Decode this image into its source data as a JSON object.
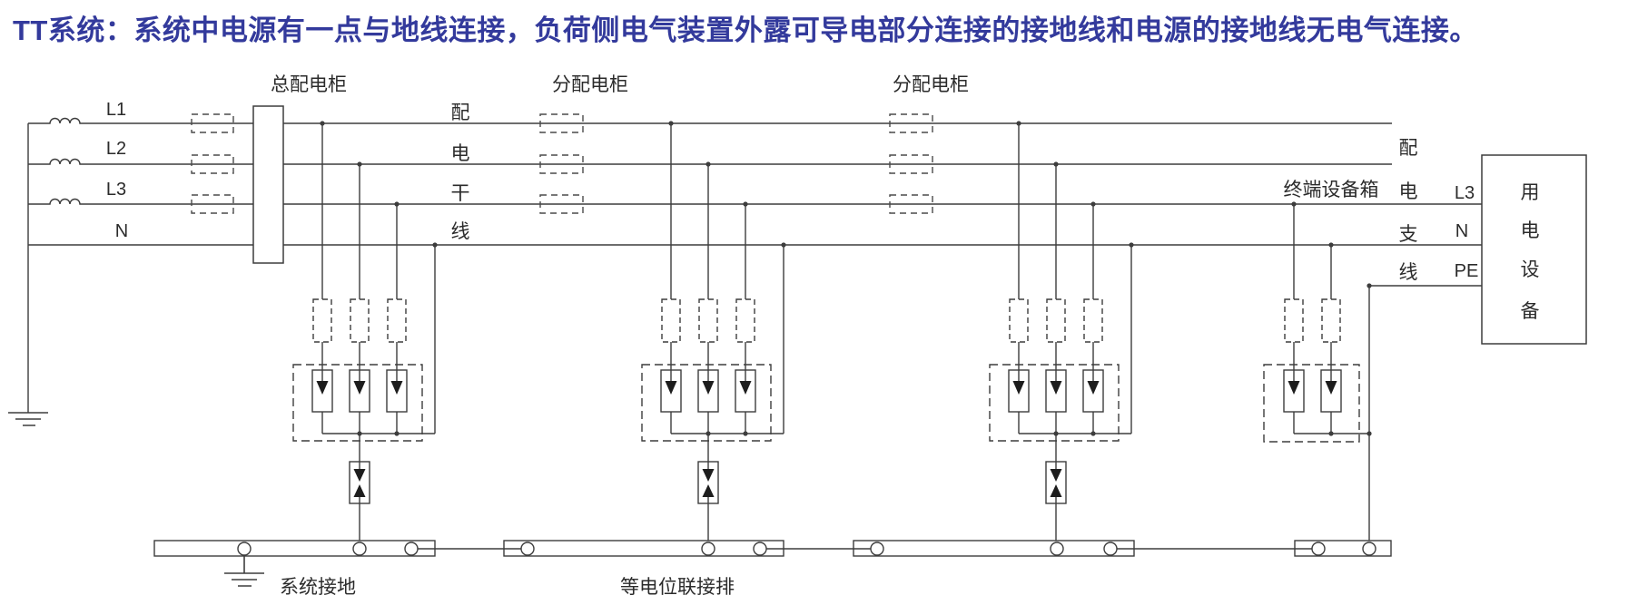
{
  "title": "TT系统：系统中电源有一点与地线连接，负荷侧电气装置外露可导电部分连接的接地线和电源的接地线无电气连接。",
  "colors": {
    "title_blue": "#333a9c",
    "line_gray": "#3d3d3d"
  },
  "source": {
    "l1": "L1",
    "l2": "L2",
    "l3": "L3",
    "n": "N"
  },
  "cabinets": {
    "main": "总配电柜",
    "sub1": "分配电柜",
    "sub2": "分配电柜",
    "terminal": "终端设备箱"
  },
  "trunk_vertical": [
    "配",
    "电",
    "干",
    "线"
  ],
  "branch_vertical": [
    "配",
    "电",
    "支",
    "线"
  ],
  "equipment_vertical": [
    "用",
    "电",
    "设",
    "备"
  ],
  "terminal_lines": {
    "l3": "L3",
    "n": "N",
    "pe": "PE"
  },
  "grounding": {
    "system": "系统接地",
    "equipotential": "等电位联接排"
  }
}
